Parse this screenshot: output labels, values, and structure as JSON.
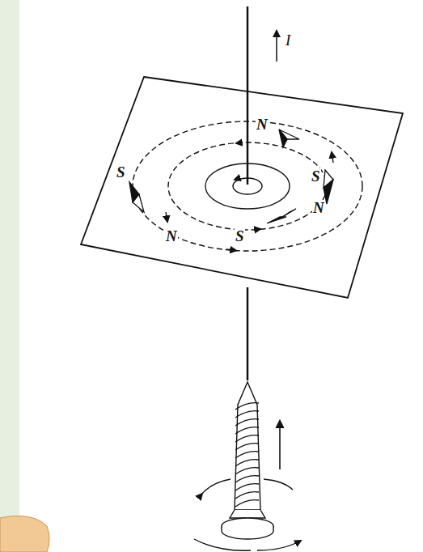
{
  "diagram": {
    "labels": [
      "I",
      "N",
      "S",
      "S",
      "N",
      "N",
      "S"
    ]
  }
}
